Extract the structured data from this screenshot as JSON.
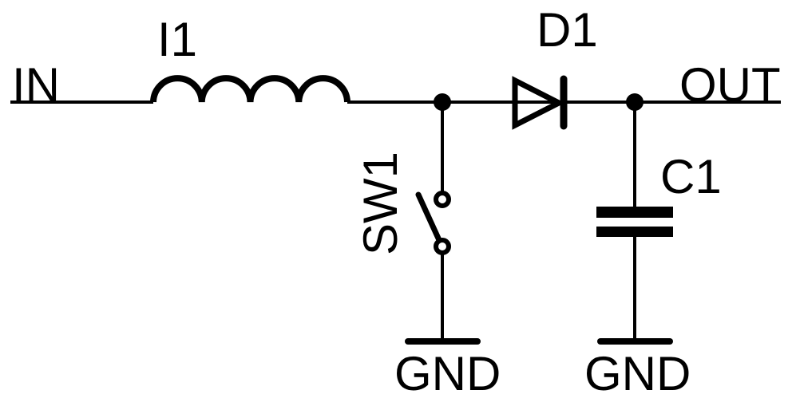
{
  "diagram": {
    "kind": "circuit-schematic",
    "background_color": "#ffffff",
    "line_color": "#000000",
    "ports": {
      "input": "IN",
      "output": "OUT"
    },
    "components": [
      {
        "ref": "I1",
        "type": "inductor"
      },
      {
        "ref": "SW1",
        "type": "switch-open"
      },
      {
        "ref": "D1",
        "type": "diode"
      },
      {
        "ref": "C1",
        "type": "capacitor"
      }
    ],
    "labels": {
      "input_port": "IN",
      "inductor_ref": "I1",
      "diode_ref": "D1",
      "output_port": "OUT",
      "switch_ref": "SW1",
      "capacitor_ref": "C1",
      "ground_left": "GND",
      "ground_right": "GND"
    }
  }
}
